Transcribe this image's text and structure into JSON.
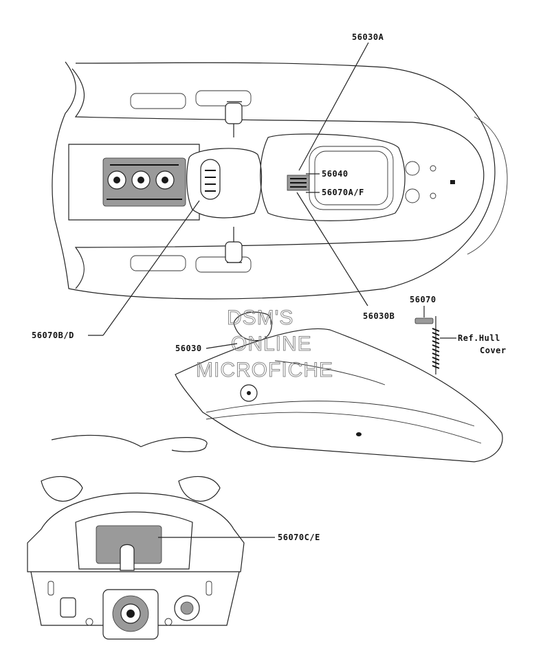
{
  "labels": {
    "p56030A": "56030A",
    "p56040": "56040",
    "p56070AF": "56070A/F",
    "p56030B": "56030B",
    "p56070BD": "56070B/D",
    "p56070": "56070",
    "p56030": "56030",
    "ref_hull_line1": "Ref.Hull",
    "ref_hull_line2": "Cover",
    "p56070CE": "56070C/E"
  },
  "watermark": {
    "line1": "DSM'S",
    "line2": "ONLINE",
    "line3": "MICROFICHE"
  },
  "colors": {
    "ink": "#111111",
    "paper": "#ffffff",
    "watermark": "#888888"
  }
}
